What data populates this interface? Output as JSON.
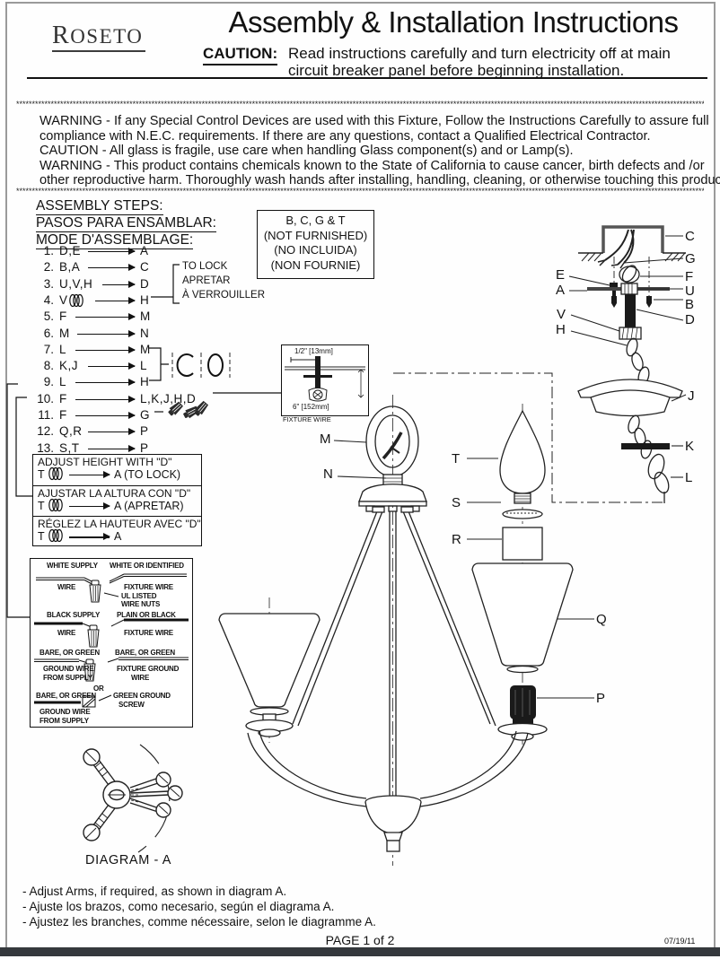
{
  "header": {
    "brand": "ROSETO",
    "title": "Assembly & Installation Instructions",
    "caution_label": "CAUTION:",
    "caution_line1": "Read instructions carefully and turn electricity off at main",
    "caution_line2": "circuit breaker panel before beginning installation."
  },
  "separator_asterisks": "********************************************************************************************************************************************************************************************************************************************************************************************************************************",
  "warnings": {
    "lines": [
      "WARNING - If any Special Control Devices are used with this Fixture, Follow the Instructions Carefully to assure full",
      "compliance with N.E.C. requirements. If there are any questions, contact a Qualified Electrical Contractor.",
      "CAUTION - All glass is fragile, use care when handling Glass component(s) and or Lamp(s).",
      "WARNING - This product contains chemicals known to the State of California to cause cancer, birth defects and /or",
      "other reproductive harm.  Thoroughly wash hands after installing, handling, cleaning, or otherwise touching this product."
    ]
  },
  "assembly": {
    "headings": [
      "ASSEMBLY STEPS:",
      "PASOS PARA ENSAMBLAR:",
      "MODE D'ASSEMBLAGE:"
    ],
    "steps": [
      {
        "num": "1.",
        "from": "D,E",
        "to": "A"
      },
      {
        "num": "2.",
        "from": "B,A",
        "to": "C"
      },
      {
        "num": "3.",
        "from": "U,V,H",
        "to": "D"
      },
      {
        "num": "4.",
        "from": "V",
        "to": "H"
      },
      {
        "num": "5.",
        "from": "F",
        "to": "M"
      },
      {
        "num": "6.",
        "from": "M",
        "to": "N"
      },
      {
        "num": "7.",
        "from": "L",
        "to": "M"
      },
      {
        "num": "8.",
        "from": "K,J",
        "to": "L"
      },
      {
        "num": "9.",
        "from": "L",
        "to": "H"
      },
      {
        "num": "10.",
        "from": "F",
        "to": "L,K,J,H,D"
      },
      {
        "num": "11.",
        "from": "F",
        "to": "G"
      },
      {
        "num": "12.",
        "from": "Q,R",
        "to": "P"
      },
      {
        "num": "13.",
        "from": "S,T",
        "to": "P"
      }
    ],
    "lock_note_lines": [
      "TO LOCK",
      "APRETAR",
      "À VERROUILLER"
    ]
  },
  "not_furnished": {
    "lines": [
      "B, C, G & T",
      "(NOT FURNISHED)",
      "(NO INCLUIDA)",
      "(NON FOURNIE)"
    ]
  },
  "detail_box": {
    "dim_top": "1/2\" [13mm]",
    "dim_bottom": "6\" [152mm]",
    "caption": "FIXTURE WIRE"
  },
  "adjust_height": {
    "rows": [
      {
        "title": "ADJUST HEIGHT WITH \"D\"",
        "from": "T",
        "to": "A (TO LOCK)"
      },
      {
        "title": "AJUSTAR LA ALTURA CON \"D\"",
        "from": "T",
        "to": "A (APRETAR)"
      },
      {
        "title": "RÉGLEZ LA HAUTEUR AVEC \"D\"",
        "from": "T",
        "to": "A"
      }
    ]
  },
  "wiring": {
    "r1l1": "WHITE SUPPLY",
    "r1l2": "WIRE",
    "r1r1": "WHITE OR IDENTIFIED",
    "r1r2": "FIXTURE WIRE",
    "r1n1": "UL LISTED",
    "r1n2": "WIRE NUTS",
    "r2l1": "BLACK SUPPLY",
    "r2l2": "WIRE",
    "r2r1": "PLAIN OR BLACK",
    "r2r2": "FIXTURE WIRE",
    "r3l1": "BARE, OR GREEN",
    "r3l2": "GROUND WIRE",
    "r3l3": "FROM SUPPLY",
    "r3r1": "BARE, OR GREEN",
    "r3r2": "FIXTURE GROUND",
    "r3r3": "WIRE",
    "or": "OR",
    "r4l1": "BARE, OR GREEN",
    "r4l2": "GROUND WIRE",
    "r4l3": "FROM SUPPLY",
    "r4n1": "GREEN GROUND",
    "r4n2": "SCREW"
  },
  "parts": {
    "a": "A",
    "b": "B",
    "c": "C",
    "d": "D",
    "e": "E",
    "f": "F",
    "g": "G",
    "h": "H",
    "j": "J",
    "k": "K",
    "l": "L",
    "m": "M",
    "n": "N",
    "p": "P",
    "q": "Q",
    "r": "R",
    "s": "S",
    "t": "T",
    "u": "U",
    "v": "V"
  },
  "diagram_a": {
    "caption": "DIAGRAM -  A"
  },
  "notes": {
    "lines": [
      "- Adjust Arms, if required, as shown in diagram A.",
      "- Ajuste los brazos, como necesario, según el diagrama A.",
      "- Ajustez les branches, comme nécessaire, selon le diagramme A."
    ]
  },
  "footer": {
    "page": "PAGE 1 of 2",
    "date": "07/19/11"
  }
}
